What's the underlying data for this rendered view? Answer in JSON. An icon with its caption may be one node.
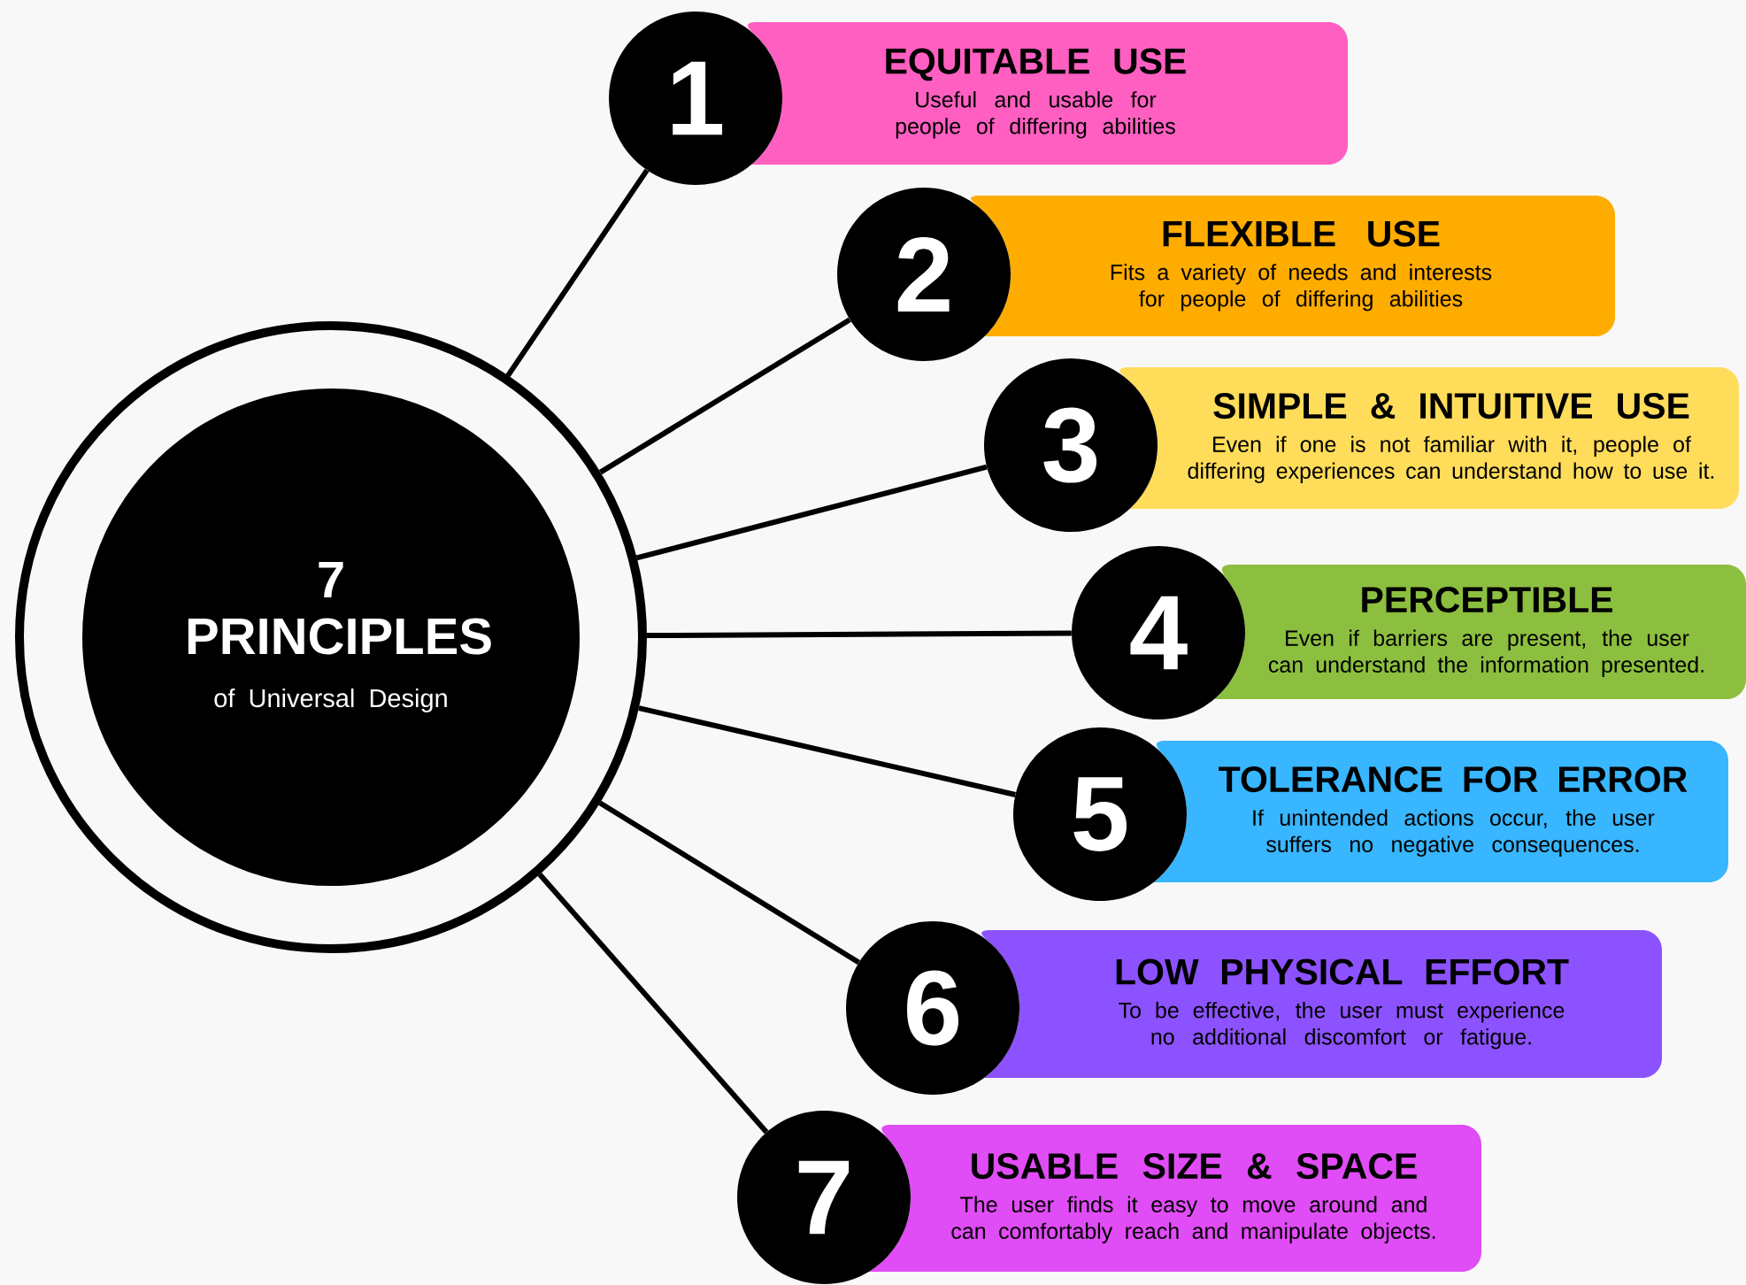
{
  "diagram": {
    "nodes": [
      {
        "text": [
          "7 PRINCIPLES",
          "of Universal Design"
        ]
      },
      {
        "text": [
          "1"
        ]
      },
      {
        "text": [
          "EQUITABLE USE",
          "Useful and usable for people of differing abilities"
        ]
      },
      {
        "text": [
          "2"
        ]
      },
      {
        "text": [
          "FLEXIBLE USE",
          "Fits a variety of needs and interests for people of differing abilities"
        ]
      },
      {
        "text": [
          "3"
        ]
      },
      {
        "text": [
          "SIMPLE & INTUITIVE USE",
          "Even if one is not familiar with it, people of differing experiences can understand how to use it."
        ]
      },
      {
        "text": [
          "4"
        ]
      },
      {
        "text": [
          "PERCEPTIBLE",
          "Even if barriers are present, the user can understand the information presented."
        ]
      },
      {
        "text": [
          "5"
        ]
      },
      {
        "text": [
          "TOLERANCE FOR ERROR",
          "If unintended actions occur, the user suffers no negative consequences."
        ]
      },
      {
        "text": [
          "6"
        ]
      },
      {
        "text": [
          "LOW PHYSICAL EFFORT",
          "To be effective, the user must experience no additional discomfort or fatigue."
        ]
      },
      {
        "text": [
          "7"
        ]
      },
      {
        "text": [
          "USABLE SIZE & SPACE",
          "The user finds it easy to move around and can comfortably reach and manipulate objects."
        ]
      }
    ],
    "edges": [
      {
        "from": 0,
        "to": 1,
        "arrow": "none"
      },
      {
        "from": 0,
        "to": 3,
        "arrow": "none"
      },
      {
        "from": 0,
        "to": 5,
        "arrow": "none"
      },
      {
        "from": 0,
        "to": 7,
        "arrow": "none"
      },
      {
        "from": 0,
        "to": 9,
        "arrow": "none"
      },
      {
        "from": 0,
        "to": 11,
        "arrow": "none"
      },
      {
        "from": 0,
        "to": 13,
        "arrow": "none"
      }
    ]
  }
}
